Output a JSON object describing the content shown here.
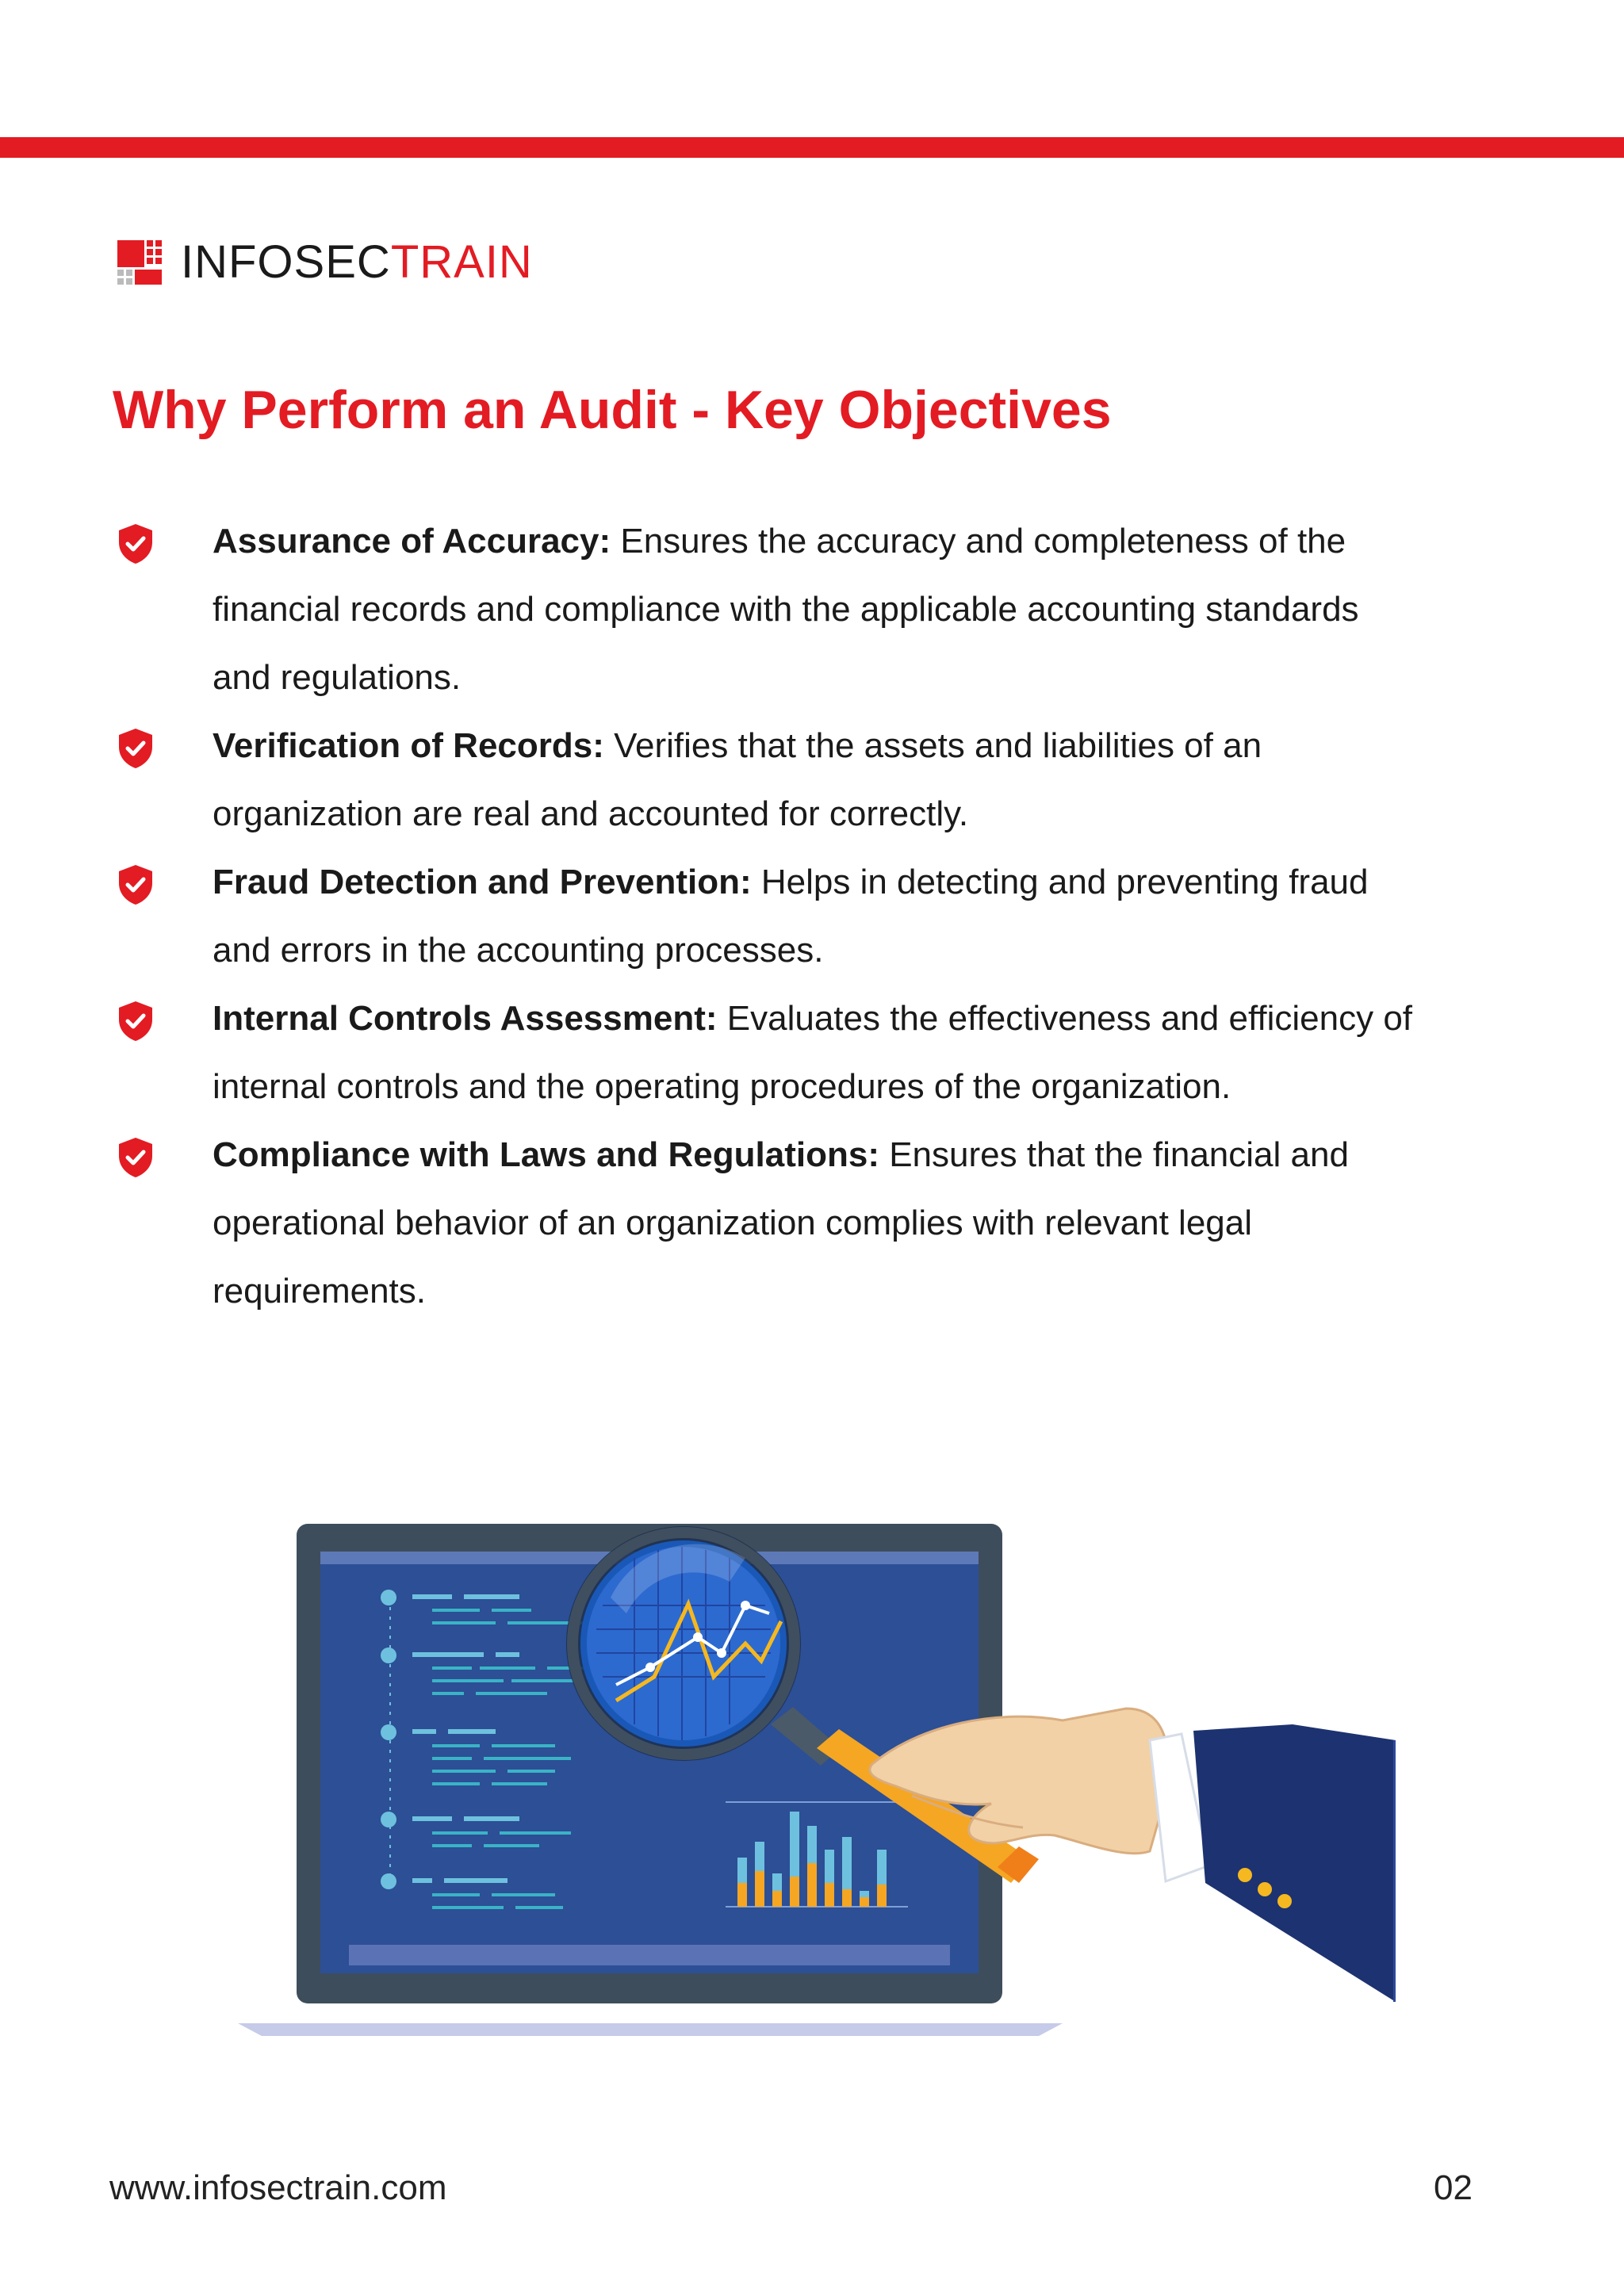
{
  "brand": {
    "name_part1": "INFOSEC",
    "name_part2": "TRAIN",
    "accent_color": "#e31b23"
  },
  "page_title": "Why Perform an Audit - Key Objectives",
  "objectives": [
    {
      "term": "Assurance of Accuracy:",
      "text": " Ensures the accuracy and completeness of the financial records and compliance with the applicable accounting standards and regulations."
    },
    {
      "term": "Verification of Records:",
      "text": " Verifies that the assets and liabilities of an organization are real and accounted for correctly."
    },
    {
      "term": "Fraud Detection and Prevention:",
      "text": " Helps in detecting and preventing fraud and errors in the accounting processes."
    },
    {
      "term": "Internal Controls Assessment:",
      "text": " Evaluates the effectiveness and efficiency of internal controls and the operating procedures of the organization."
    },
    {
      "term": "Compliance with Laws and Regulations:",
      "text": " Ensures that the financial and operational behavior of an organization complies with relevant legal requirements."
    }
  ],
  "bullet_icon": "shield-check-icon",
  "illustration_icon": "audit-magnifier-laptop-icon",
  "footer": {
    "url": "www.infosectrain.com",
    "page_number": "02"
  }
}
